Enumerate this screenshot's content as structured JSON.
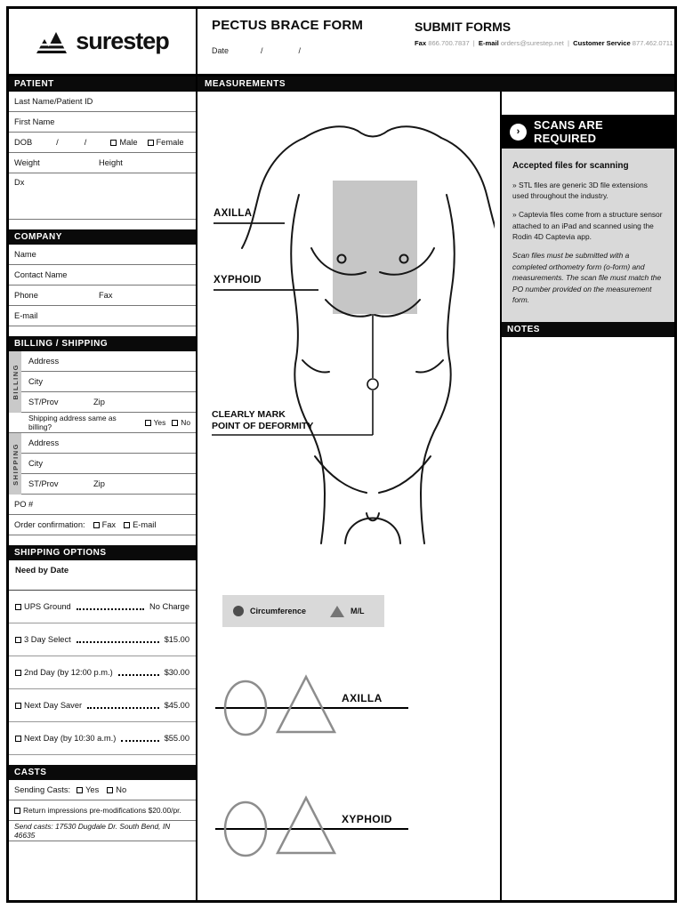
{
  "header": {
    "logo_text": "surestep",
    "form_title": "PECTUS BRACE FORM",
    "date_label": "Date",
    "slash": "/",
    "sep": "|",
    "submit_title": "SUBMIT FORMS",
    "contacts": [
      {
        "label": "Fax",
        "value": "866.700.7837"
      },
      {
        "label": "E-mail",
        "value": "orders@surestep.net"
      },
      {
        "label": "Customer Service",
        "value": "877.462.0711"
      }
    ]
  },
  "patient": {
    "title": "PATIENT",
    "last_name": "Last Name/Patient ID",
    "first_name": "First Name",
    "dob": "DOB",
    "slash": "/",
    "male": "Male",
    "female": "Female",
    "weight": "Weight",
    "height": "Height",
    "dx": "Dx"
  },
  "company": {
    "title": "COMPANY",
    "name": "Name",
    "contact_name": "Contact Name",
    "phone": "Phone",
    "fax": "Fax",
    "email": "E-mail"
  },
  "billing_shipping": {
    "title": "BILLING / SHIPPING",
    "billing_tab": "BILLING",
    "shipping_tab": "SHIPPING",
    "address": "Address",
    "city": "City",
    "st_prov": "ST/Prov",
    "zip": "Zip",
    "same_question": "Shipping address same as billing?",
    "yes": "Yes",
    "no": "No",
    "po": "PO #",
    "order_confirmation": "Order confirmation:",
    "fax": "Fax",
    "email": "E-mail"
  },
  "shipping_options": {
    "title": "SHIPPING OPTIONS",
    "need_by": "Need by Date",
    "options": [
      {
        "label": "UPS Ground",
        "price": "No Charge"
      },
      {
        "label": "3 Day Select",
        "price": "$15.00"
      },
      {
        "label": "2nd Day (by 12:00 p.m.)",
        "price": "$30.00"
      },
      {
        "label": "Next Day Saver",
        "price": "$45.00"
      },
      {
        "label": "Next Day (by 10:30 a.m.)",
        "price": "$55.00"
      }
    ]
  },
  "casts": {
    "title": "CASTS",
    "sending": "Sending Casts:",
    "yes": "Yes",
    "no": "No",
    "return_note": "Return impressions pre-modifications $20.00/pr.",
    "send_casts": "Send casts: 17530 Dugdale Dr. South Bend, IN 46635"
  },
  "measurements": {
    "title": "MEASUREMENTS",
    "axilla": "AXILLA",
    "xyphoid": "XYPHOID",
    "deformity_line1": "CLEARLY MARK",
    "deformity_line2": "POINT OF DEFORMITY",
    "legend": {
      "circumference": "Circumference",
      "ml": "M/L"
    },
    "row_axilla": "AXILLA",
    "row_xyphoid": "XYPHOID"
  },
  "scans": {
    "title": "SCANS ARE REQUIRED",
    "icon_glyph": "›",
    "accepted_title": "Accepted files for scanning",
    "bullet1": "» STL files are generic 3D file extensions used throughout the industry.",
    "bullet2": "» Captevia files come from a structure sensor attached to an iPad and scanned using the Rodin 4D Captevia app.",
    "note": "Scan files must be submitted with a completed orthometry form (o-form) and measurements. The scan file must match the PO number provided on the measurement form."
  },
  "notes": {
    "title": "NOTES"
  },
  "colors": {
    "panel_gray": "#d9d9d9",
    "sternum_gray": "#c6c6c6",
    "bar_black": "#0a0a0a"
  }
}
